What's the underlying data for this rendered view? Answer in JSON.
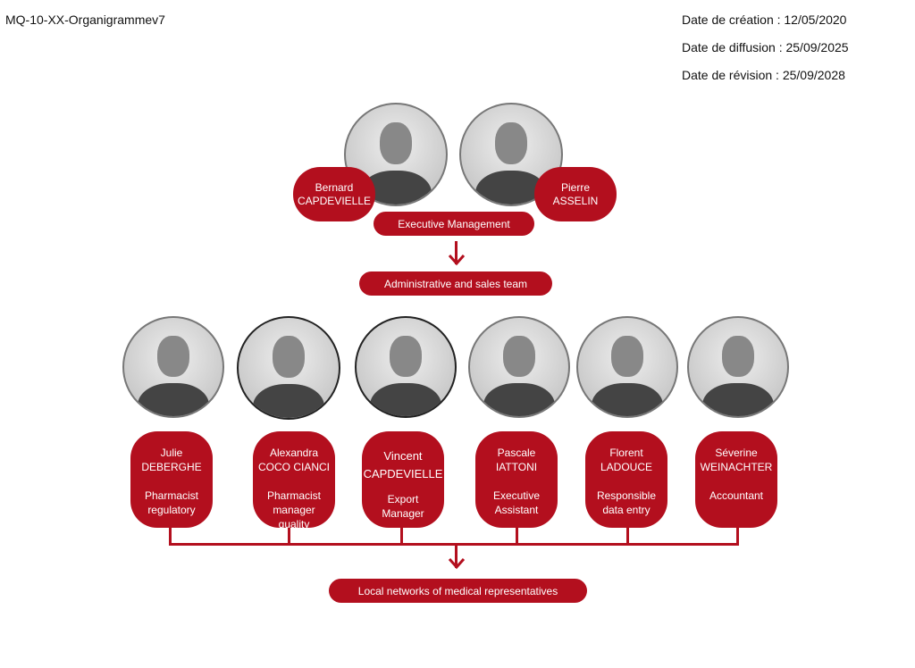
{
  "document": {
    "code": "MQ-10-XX-Organigrammev7",
    "creation": "Date de création : 12/05/2020",
    "diffusion": "Date de diffusion : 25/09/2025",
    "revision": "Date de révision : 25/09/2028"
  },
  "accent": "#b30f1e",
  "executives": [
    {
      "first": "Bernard",
      "last": "CAPDEVIELLE"
    },
    {
      "first": "Pierre",
      "last": "ASSELIN"
    }
  ],
  "executive_label": "Executive Management",
  "team_label": "Administrative and sales team",
  "staff": [
    {
      "first": "Julie",
      "last": "DEBERGHE",
      "role": "Pharmacist regulatory"
    },
    {
      "first": "Alexandra",
      "last": "COCO CIANCI",
      "role": "Pharmacist manager quality"
    },
    {
      "first": "Vincent",
      "last": "CAPDEVIELLE",
      "role": "Export Manager"
    },
    {
      "first": "Pascale",
      "last": "IATTONI",
      "role": "Executive Assistant"
    },
    {
      "first": "Florent",
      "last": "LADOUCE",
      "role": "Responsible data entry"
    },
    {
      "first": "Séverine",
      "last": "WEINACHTER",
      "role": "Accountant"
    }
  ],
  "network_label": "Local networks of medical representatives"
}
